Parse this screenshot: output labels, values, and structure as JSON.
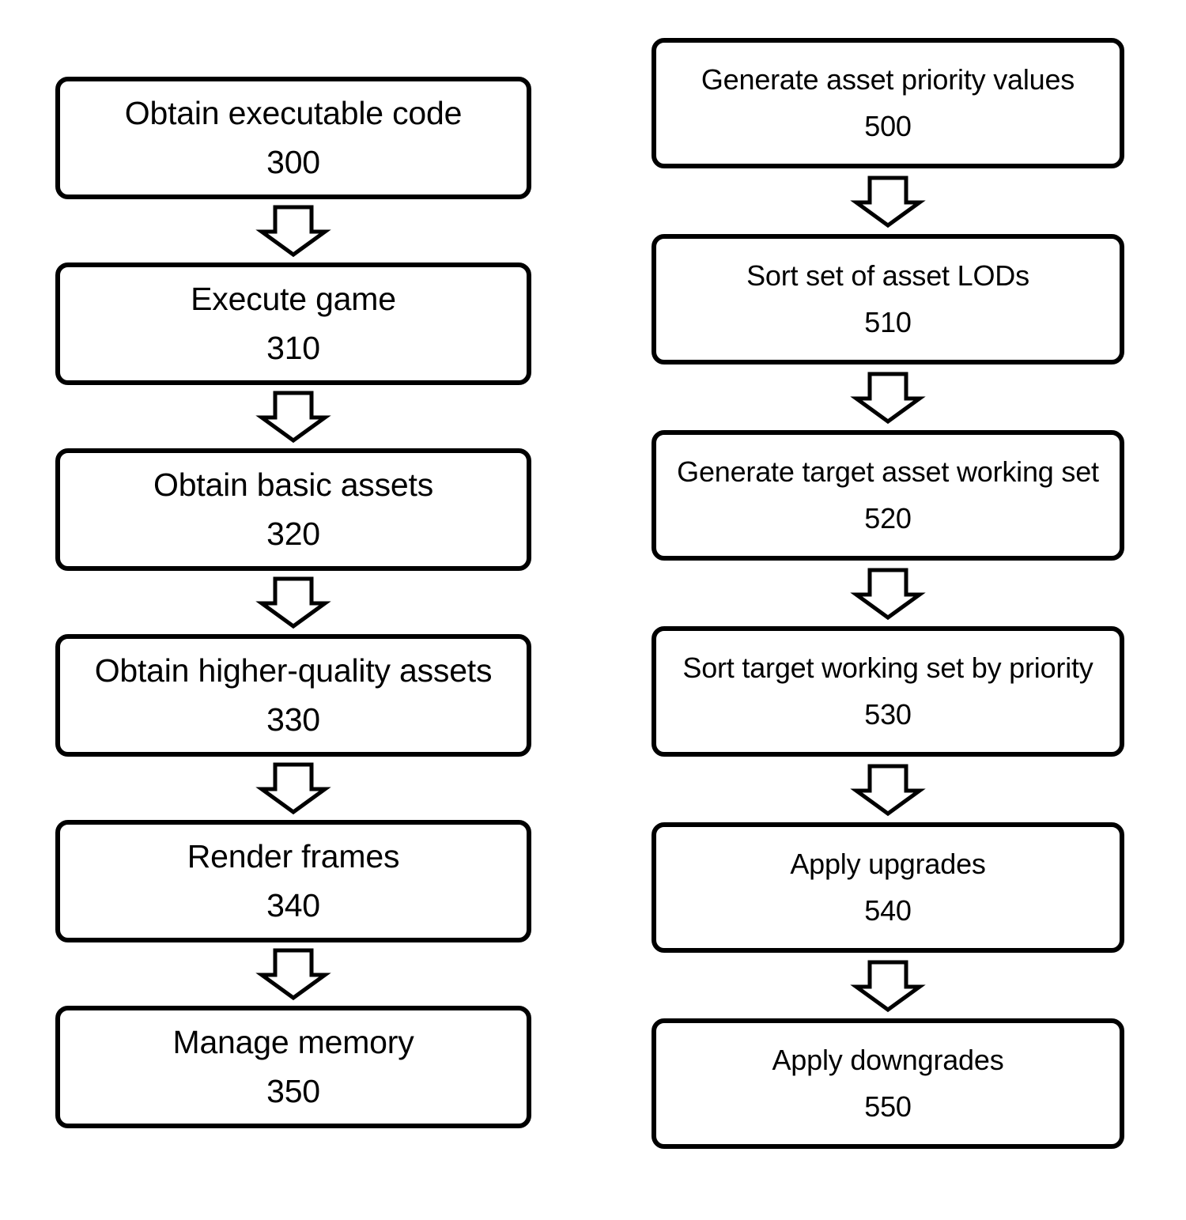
{
  "diagram": {
    "type": "flowchart",
    "orientation": "two-column-vertical",
    "background_color": "#ffffff",
    "stroke_color": "#000000",
    "connector_icon": "down-arrow-icon",
    "columns": [
      {
        "id": "left",
        "name": "game-execution-flow",
        "nodes": [
          {
            "label": "Obtain executable code",
            "number": "300"
          },
          {
            "label": "Execute game",
            "number": "310"
          },
          {
            "label": "Obtain basic assets",
            "number": "320"
          },
          {
            "label": "Obtain higher-quality assets",
            "number": "330"
          },
          {
            "label": "Render frames",
            "number": "340"
          },
          {
            "label": "Manage memory",
            "number": "350"
          }
        ]
      },
      {
        "id": "right",
        "name": "asset-priority-flow",
        "nodes": [
          {
            "label": "Generate asset priority values",
            "number": "500"
          },
          {
            "label": "Sort set of asset LODs",
            "number": "510"
          },
          {
            "label": "Generate target asset working set",
            "number": "520"
          },
          {
            "label": "Sort target working set by priority",
            "number": "530"
          },
          {
            "label": "Apply upgrades",
            "number": "540"
          },
          {
            "label": "Apply downgrades",
            "number": "550"
          }
        ]
      }
    ]
  }
}
